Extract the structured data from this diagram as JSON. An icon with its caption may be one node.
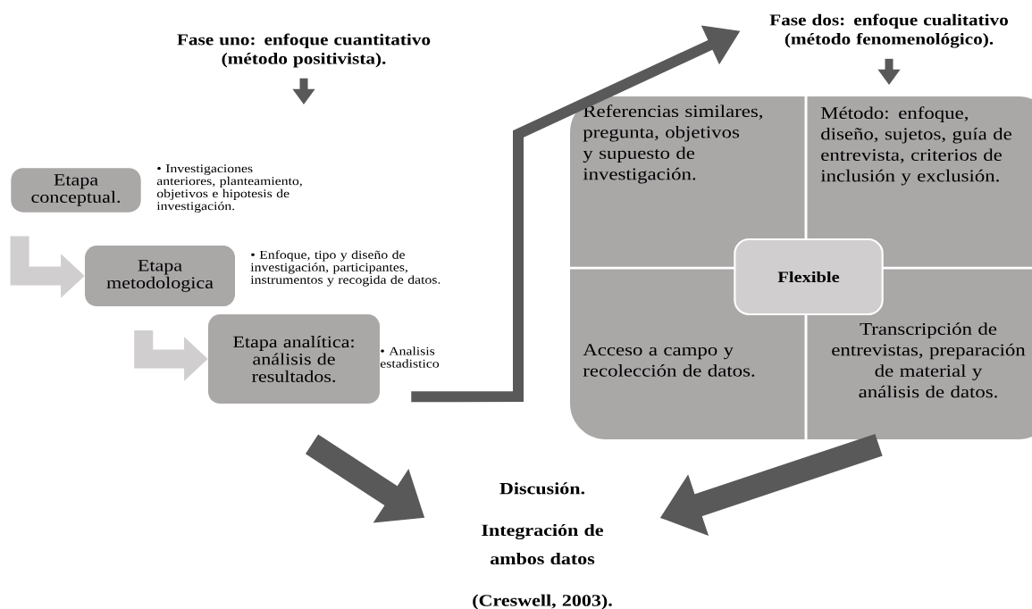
{
  "diagram": {
    "nodes": [
      {
        "text": [
          "Fase uno: enfoque cuantitativo (método positivista)."
        ]
      },
      {
        "text": [
          "Etapa conceptual."
        ],
        "beside": [
          "• Investigaciones anteriores, planteamiento, objetivos e hipotesis de investigación."
        ]
      },
      {
        "text": [
          "Etapa metodologica"
        ],
        "beside": [
          "• Enfoque, tipo y diseño  de investigación, participantes, instrumentos y recogida de datos."
        ]
      },
      {
        "text": [
          "Etapa analítica: análisis de resultados."
        ],
        "beside": [
          "• Analisis estadistico"
        ]
      },
      {
        "text": [
          "Fase dos: enfoque cualitativo (método fenomenológico)."
        ]
      },
      {
        "text": [
          "Referencias similares, pregunta, objetivos y supuesto de investigación."
        ]
      },
      {
        "text": [
          "Método: enfoque, diseño, sujetos, guía de entrevista, criterios de inclusión y exclusión."
        ]
      },
      {
        "text": [
          "Acceso a campo y recolección de datos."
        ]
      },
      {
        "text": [
          "Transcripción de entrevistas, preparación de material y análisis de datos."
        ]
      },
      {
        "text": [
          "Flexible"
        ]
      },
      {
        "text": [
          "Discusión.",
          "Integración de ambos datos",
          "(Creswell, 2003)."
        ]
      }
    ],
    "edges": [
      {
        "from": 0,
        "to": null,
        "arrow": "to"
      },
      {
        "from": 1,
        "to": 2,
        "arrow": "to",
        "color": "#d0cecf"
      },
      {
        "from": 2,
        "to": 3,
        "arrow": "to",
        "color": "#d0cecf"
      },
      {
        "from": 3,
        "to": 4,
        "arrow": "to"
      },
      {
        "from": 4,
        "to": null,
        "arrow": "to"
      },
      {
        "from": 3,
        "to": 10,
        "arrow": "to"
      },
      {
        "from": 8,
        "to": 10,
        "arrow": "to"
      }
    ]
  }
}
